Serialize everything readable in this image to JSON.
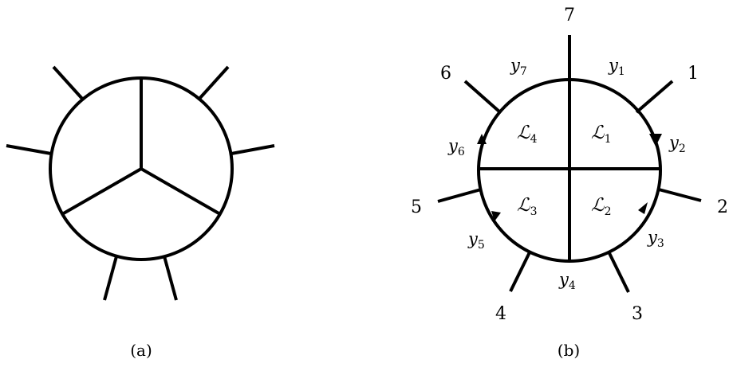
{
  "diagram_a": {
    "caption": "(a)"
  },
  "diagram_b": {
    "caption": "(b)",
    "legs": {
      "l1": "1",
      "l2": "2",
      "l3": "3",
      "l4": "4",
      "l5": "5",
      "l6": "6",
      "l7": "7"
    },
    "edges": {
      "y1": {
        "base": "y",
        "sub": "1"
      },
      "y2": {
        "base": "y",
        "sub": "2"
      },
      "y3": {
        "base": "y",
        "sub": "3"
      },
      "y4": {
        "base": "y",
        "sub": "4"
      },
      "y5": {
        "base": "y",
        "sub": "5"
      },
      "y6": {
        "base": "y",
        "sub": "6"
      },
      "y7": {
        "base": "y",
        "sub": "7"
      }
    },
    "loops": {
      "L1": {
        "base": "ℒ",
        "sub": "1"
      },
      "L2": {
        "base": "ℒ",
        "sub": "2"
      },
      "L3": {
        "base": "ℒ",
        "sub": "3"
      },
      "L4": {
        "base": "ℒ",
        "sub": "4"
      }
    }
  }
}
